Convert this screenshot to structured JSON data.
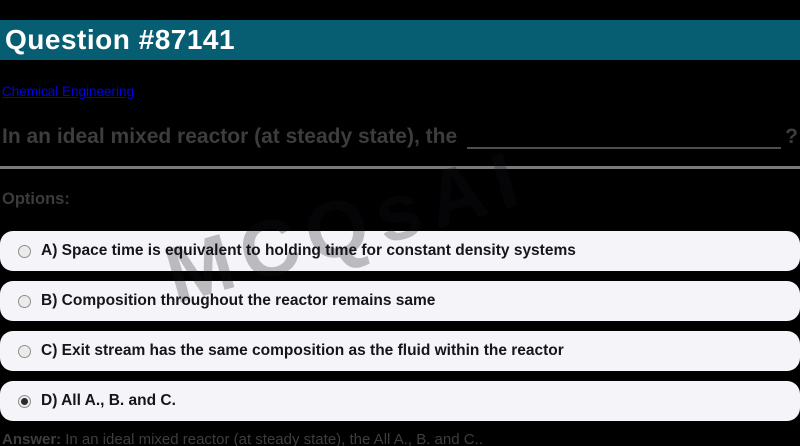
{
  "header": {
    "title": "Question #87141",
    "bg_color": "#075E73",
    "text_color": "#FFFFFF"
  },
  "breadcrumb": {
    "category_link": "Chemical Engineering",
    "link_color": "#0000EE"
  },
  "question": {
    "text_before_blank": "In an ideal mixed reactor (at steady state), the",
    "suffix": "?"
  },
  "options": {
    "label": "Options:",
    "items": [
      {
        "label": "A) Space time is equivalent to holding time for constant density systems",
        "selected": false
      },
      {
        "label": "B) Composition throughout the reactor remains same",
        "selected": false
      },
      {
        "label": "C) Exit stream has the same composition as the fluid within the reactor",
        "selected": false
      },
      {
        "label": "D) All A., B. and C.",
        "selected": true
      }
    ],
    "row_bg_color": "#F5F5F9"
  },
  "answer": {
    "label": "Answer:",
    "text": "In an ideal mixed reactor (at steady state), the All A., B. and C.."
  },
  "watermark": "MCQsAI"
}
